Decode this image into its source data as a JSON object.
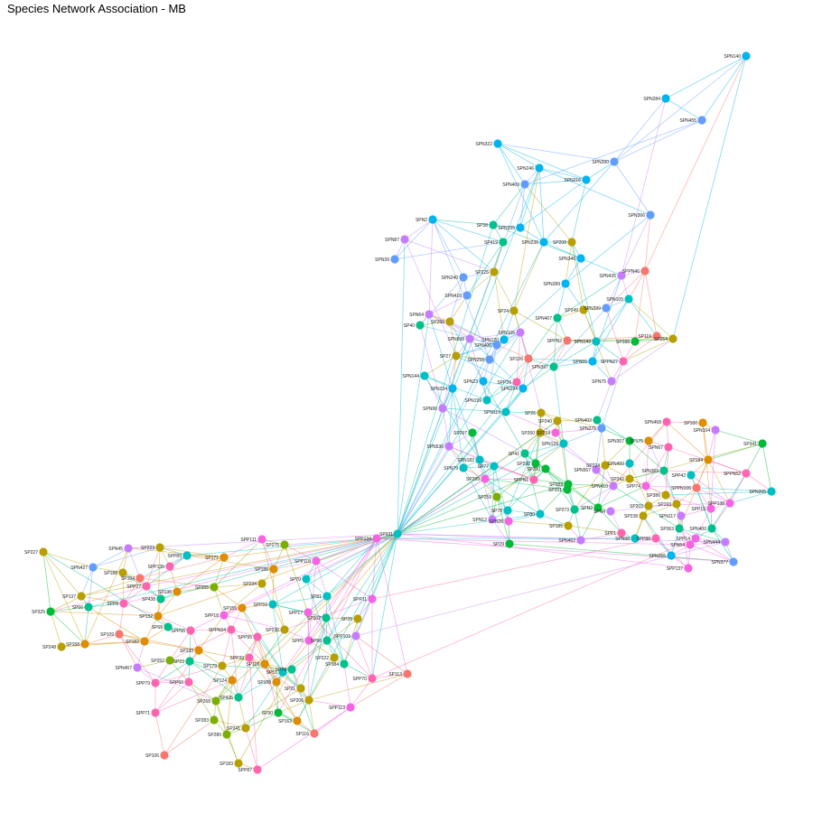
{
  "title": "Species Network Association - MB",
  "palette": {
    "red": "#F8766D",
    "orange": "#DE8C00",
    "olive": "#B79F00",
    "yellowgreen": "#7CAE00",
    "green": "#00BA38",
    "teal": "#00C08B",
    "cyan": "#00BFC4",
    "sky": "#00B4F0",
    "blue": "#619CFF",
    "purple": "#C77CFF",
    "magenta": "#F564E3",
    "pink": "#FF64B0"
  },
  "nodes": [
    {
      "id": "SPN140",
      "color": "sky"
    },
    {
      "id": "SPN284",
      "color": "sky"
    },
    {
      "id": "SPN455",
      "color": "blue"
    },
    {
      "id": "SPN322",
      "color": "sky"
    },
    {
      "id": "SPN390",
      "color": "blue"
    },
    {
      "id": "SPN246",
      "color": "sky"
    },
    {
      "id": "SPN216",
      "color": "sky"
    },
    {
      "id": "SPN409",
      "color": "blue"
    },
    {
      "id": "SPN366",
      "color": "blue"
    },
    {
      "id": "SPN2",
      "color": "sky"
    },
    {
      "id": "SP38",
      "color": "teal"
    },
    {
      "id": "SPN335",
      "color": "sky"
    },
    {
      "id": "SPN87",
      "color": "purple"
    },
    {
      "id": "SP419",
      "color": "teal"
    },
    {
      "id": "SPN236",
      "color": "sky"
    },
    {
      "id": "SP208",
      "color": "olive"
    },
    {
      "id": "SPN39",
      "color": "blue"
    },
    {
      "id": "SPN346",
      "color": "sky"
    },
    {
      "id": "SP225",
      "color": "olive"
    },
    {
      "id": "SPN240",
      "color": "blue"
    },
    {
      "id": "SPN435",
      "color": "purple"
    },
    {
      "id": "SPPN46",
      "color": "red"
    },
    {
      "id": "SPN289",
      "color": "sky"
    },
    {
      "id": "SPN418",
      "color": "blue"
    },
    {
      "id": "SPN109",
      "color": "cyan"
    },
    {
      "id": "SPN64",
      "color": "purple"
    },
    {
      "id": "SP24",
      "color": "olive"
    },
    {
      "id": "SP249",
      "color": "olive"
    },
    {
      "id": "SPN399",
      "color": "blue"
    },
    {
      "id": "SP40",
      "color": "teal"
    },
    {
      "id": "SP266",
      "color": "olive"
    },
    {
      "id": "SPN407",
      "color": "teal"
    },
    {
      "id": "SPN105",
      "color": "purple"
    },
    {
      "id": "SP119",
      "color": "red"
    },
    {
      "id": "SP254",
      "color": "olive"
    },
    {
      "id": "SPN698",
      "color": "purple"
    },
    {
      "id": "SPN120",
      "color": "sky"
    },
    {
      "id": "SPPN2",
      "color": "red"
    },
    {
      "id": "SPN149",
      "color": "cyan"
    },
    {
      "id": "SP288",
      "color": "green"
    },
    {
      "id": "SPN406",
      "color": "blue"
    },
    {
      "id": "SP27",
      "color": "olive"
    },
    {
      "id": "SPN258",
      "color": "blue"
    },
    {
      "id": "SP126",
      "color": "red"
    },
    {
      "id": "SPN397",
      "color": "teal"
    },
    {
      "id": "SPN55",
      "color": "sky"
    },
    {
      "id": "SPPN27",
      "color": "pink"
    },
    {
      "id": "SPN144",
      "color": "cyan"
    },
    {
      "id": "SPN23",
      "color": "sky"
    },
    {
      "id": "SPP26",
      "color": "pink"
    },
    {
      "id": "SPN75",
      "color": "purple"
    },
    {
      "id": "SPN234",
      "color": "sky"
    },
    {
      "id": "SPN194",
      "color": "sky"
    },
    {
      "id": "SPN199",
      "color": "cyan"
    },
    {
      "id": "SPN96",
      "color": "purple"
    },
    {
      "id": "SPN119",
      "color": "cyan"
    },
    {
      "id": "SP26",
      "color": "olive"
    },
    {
      "id": "SP240",
      "color": "olive"
    },
    {
      "id": "SPN402",
      "color": "teal"
    },
    {
      "id": "SPN468",
      "color": "pink"
    },
    {
      "id": "SP160",
      "color": "orange"
    },
    {
      "id": "SPN104",
      "color": "purple"
    },
    {
      "id": "SPN275",
      "color": "blue"
    },
    {
      "id": "SP297",
      "color": "green"
    },
    {
      "id": "SP260",
      "color": "olive"
    },
    {
      "id": "SP219",
      "color": "magenta"
    },
    {
      "id": "SPN307",
      "color": "green"
    },
    {
      "id": "SP175",
      "color": "orange"
    },
    {
      "id": "SP341",
      "color": "green"
    },
    {
      "id": "SPN129",
      "color": "cyan"
    },
    {
      "id": "SPN67",
      "color": "pink"
    },
    {
      "id": "SPN536",
      "color": "purple"
    },
    {
      "id": "SP184",
      "color": "orange"
    },
    {
      "id": "SPN182",
      "color": "cyan"
    },
    {
      "id": "SP41",
      "color": "teal"
    },
    {
      "id": "SPN79",
      "color": "cyan"
    },
    {
      "id": "SP77",
      "color": "cyan"
    },
    {
      "id": "SP292",
      "color": "green"
    },
    {
      "id": "SP290",
      "color": "green"
    },
    {
      "id": "SP224",
      "color": "olive"
    },
    {
      "id": "SPN567",
      "color": "purple"
    },
    {
      "id": "SPN450",
      "color": "cyan"
    },
    {
      "id": "SPN369",
      "color": "teal"
    },
    {
      "id": "SPP42",
      "color": "cyan"
    },
    {
      "id": "SPPN52",
      "color": "pink"
    },
    {
      "id": "SPN205",
      "color": "cyan"
    },
    {
      "id": "SP299",
      "color": "magenta"
    },
    {
      "id": "SPPN1",
      "color": "pink"
    },
    {
      "id": "SP242",
      "color": "olive"
    },
    {
      "id": "SP283",
      "color": "green"
    },
    {
      "id": "SPN410",
      "color": "purple"
    },
    {
      "id": "SPP74",
      "color": "magenta"
    },
    {
      "id": "SPPN106",
      "color": "red"
    },
    {
      "id": "SP386",
      "color": "olive"
    },
    {
      "id": "SP259",
      "color": "yellowgreen"
    },
    {
      "id": "SP201",
      "color": "green"
    },
    {
      "id": "SP203",
      "color": "olive"
    },
    {
      "id": "SP193",
      "color": "olive"
    },
    {
      "id": "SPP138",
      "color": "magenta"
    },
    {
      "id": "SPP15",
      "color": "magenta"
    },
    {
      "id": "SP78",
      "color": "cyan"
    },
    {
      "id": "SP273",
      "color": "teal"
    },
    {
      "id": "SPN2",
      "color": "green"
    },
    {
      "id": "SPN4",
      "color": "purple"
    },
    {
      "id": "SP238",
      "color": "olive"
    },
    {
      "id": "SPN117",
      "color": "purple"
    },
    {
      "id": "SP80",
      "color": "cyan"
    },
    {
      "id": "SPN12",
      "color": "purple"
    },
    {
      "id": "SPN26",
      "color": "magenta"
    },
    {
      "id": "SP185",
      "color": "olive"
    },
    {
      "id": "SP363",
      "color": "teal"
    },
    {
      "id": "SPN400",
      "color": "teal"
    },
    {
      "id": "SPP1",
      "color": "pink"
    },
    {
      "id": "SPN98",
      "color": "cyan"
    },
    {
      "id": "SPP88",
      "color": "pink"
    },
    {
      "id": "SPP14",
      "color": "magenta"
    },
    {
      "id": "SPN444",
      "color": "purple"
    },
    {
      "id": "SPN462",
      "color": "purple"
    },
    {
      "id": "SPN54",
      "color": "magenta"
    },
    {
      "id": "SP29",
      "color": "green"
    },
    {
      "id": "SPN255",
      "color": "sky"
    },
    {
      "id": "SPN377",
      "color": "blue"
    },
    {
      "id": "SPP137",
      "color": "magenta"
    },
    {
      "id": "SPP111",
      "color": "magenta"
    },
    {
      "id": "SP275",
      "color": "yellowgreen"
    },
    {
      "id": "SPP134",
      "color": "magenta"
    },
    {
      "id": "SP227",
      "color": "olive"
    },
    {
      "id": "SPN45",
      "color": "purple"
    },
    {
      "id": "SP223",
      "color": "olive"
    },
    {
      "id": "SPP89",
      "color": "cyan"
    },
    {
      "id": "SP171",
      "color": "orange"
    },
    {
      "id": "SPN427",
      "color": "blue"
    },
    {
      "id": "SP188",
      "color": "olive"
    },
    {
      "id": "SPP135",
      "color": "pink"
    },
    {
      "id": "SPP118",
      "color": "magenta"
    },
    {
      "id": "SP186",
      "color": "orange"
    },
    {
      "id": "SP104",
      "color": "red"
    },
    {
      "id": "SPP27",
      "color": "pink"
    },
    {
      "id": "SP70",
      "color": "cyan"
    },
    {
      "id": "SP137",
      "color": "olive"
    },
    {
      "id": "SP136",
      "color": "orange"
    },
    {
      "id": "SP355",
      "color": "yellowgreen"
    },
    {
      "id": "SP234",
      "color": "olive"
    },
    {
      "id": "SP81",
      "color": "cyan"
    },
    {
      "id": "SPP11",
      "color": "magenta"
    },
    {
      "id": "SPP8",
      "color": "pink"
    },
    {
      "id": "SP438",
      "color": "teal"
    },
    {
      "id": "SP155",
      "color": "orange"
    },
    {
      "id": "SPP17",
      "color": "magenta"
    },
    {
      "id": "SP325",
      "color": "green"
    },
    {
      "id": "SP66",
      "color": "teal"
    },
    {
      "id": "SP132",
      "color": "orange"
    },
    {
      "id": "SPP18",
      "color": "magenta"
    },
    {
      "id": "SPP59",
      "color": "cyan"
    },
    {
      "id": "SP302",
      "color": "teal"
    },
    {
      "id": "SP25",
      "color": "olive"
    },
    {
      "id": "SP68",
      "color": "teal"
    },
    {
      "id": "SPP56",
      "color": "pink"
    },
    {
      "id": "SPPN34",
      "color": "pink"
    },
    {
      "id": "SP109",
      "color": "red"
    },
    {
      "id": "SP182",
      "color": "orange"
    },
    {
      "id": "SP236",
      "color": "olive"
    },
    {
      "id": "SPP95",
      "color": "pink"
    },
    {
      "id": "SPP5",
      "color": "magenta"
    },
    {
      "id": "SP56",
      "color": "teal"
    },
    {
      "id": "SPP109",
      "color": "purple"
    },
    {
      "id": "SP248",
      "color": "olive"
    },
    {
      "id": "SP158",
      "color": "orange"
    },
    {
      "id": "SP133",
      "color": "orange"
    },
    {
      "id": "SP222",
      "color": "olive"
    },
    {
      "id": "SP252",
      "color": "yellowgreen"
    },
    {
      "id": "SP23",
      "color": "teal"
    },
    {
      "id": "SP179",
      "color": "olive"
    },
    {
      "id": "SPP39",
      "color": "pink"
    },
    {
      "id": "SP118",
      "color": "orange"
    },
    {
      "id": "SP384",
      "color": "teal"
    },
    {
      "id": "SPN467",
      "color": "purple"
    },
    {
      "id": "SPP70",
      "color": "pink"
    },
    {
      "id": "SP113",
      "color": "red"
    },
    {
      "id": "SPP79",
      "color": "pink"
    },
    {
      "id": "SPP60",
      "color": "pink"
    },
    {
      "id": "SP124",
      "color": "orange"
    },
    {
      "id": "SP108",
      "color": "orange"
    },
    {
      "id": "SP21",
      "color": "olive"
    },
    {
      "id": "SP426",
      "color": "teal"
    },
    {
      "id": "SP206",
      "color": "olive"
    },
    {
      "id": "SP268",
      "color": "yellowgreen"
    },
    {
      "id": "SPP113",
      "color": "magenta"
    },
    {
      "id": "SPP71",
      "color": "pink"
    },
    {
      "id": "SP30",
      "color": "green"
    },
    {
      "id": "SP283b",
      "color": "yellowgreen"
    },
    {
      "id": "SP241",
      "color": "olive"
    },
    {
      "id": "SP163",
      "color": "orange"
    },
    {
      "id": "SP280",
      "color": "yellowgreen"
    },
    {
      "id": "SP116",
      "color": "red"
    },
    {
      "id": "SP106",
      "color": "red"
    },
    {
      "id": "SP183",
      "color": "olive"
    },
    {
      "id": "SPP87",
      "color": "pink"
    },
    {
      "id": "SP74",
      "color": "teal"
    },
    {
      "id": "SP51",
      "color": "cyan"
    },
    {
      "id": "SP331",
      "color": "cyan"
    }
  ]
}
